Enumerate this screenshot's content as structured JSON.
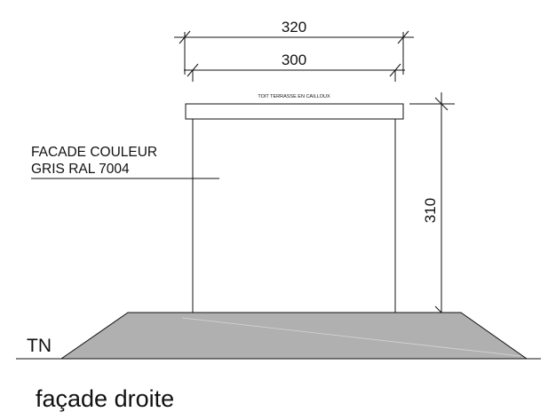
{
  "drawing": {
    "overall_width_dimension": "320",
    "wall_width_dimension": "300",
    "height_dimension": "310",
    "roof_note": "TOIT TERRASSE EN CAILLOUX",
    "facade_note_line1": "FACADE COULEUR",
    "facade_note_line2": "GRIS RAL 7004",
    "ground_label": "TN",
    "caption": "façade droite"
  },
  "colors": {
    "line": "#111111",
    "ground_fill": "#b0b0b0",
    "background": "#ffffff"
  }
}
